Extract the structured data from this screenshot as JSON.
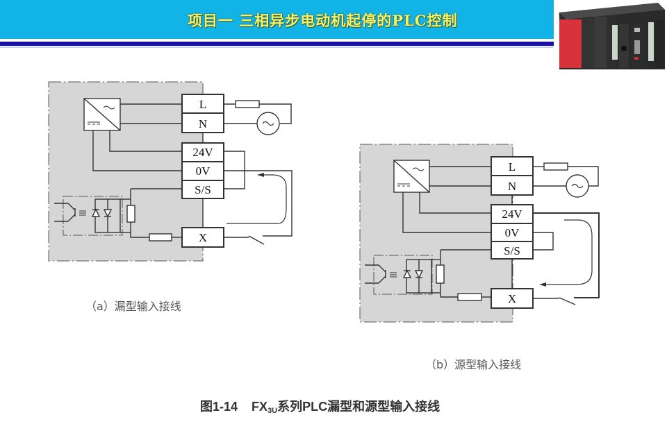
{
  "header": {
    "title": "项目一  三相异步电动机起停的PLC控制",
    "accent_color": "#12b4e8",
    "rule_color": "#1a0fa8",
    "title_color": "#f4f36a"
  },
  "photo": {
    "icon": "plc-hardware-image"
  },
  "diagram_a": {
    "caption": "（a）漏型输入接线",
    "terminals": {
      "L": "L",
      "N": "N",
      "v24": "24V",
      "v0": "0V",
      "ss": "S/S",
      "x": "X"
    }
  },
  "diagram_b": {
    "caption": "（b）源型输入接线",
    "terminals": {
      "L": "L",
      "N": "N",
      "v24": "24V",
      "v0": "0V",
      "ss": "S/S",
      "x": "X"
    }
  },
  "figure": {
    "number": "图1-14",
    "model_prefix": "FX",
    "model_sub": "3U",
    "description": "系列PLC漏型和源型输入接线"
  }
}
